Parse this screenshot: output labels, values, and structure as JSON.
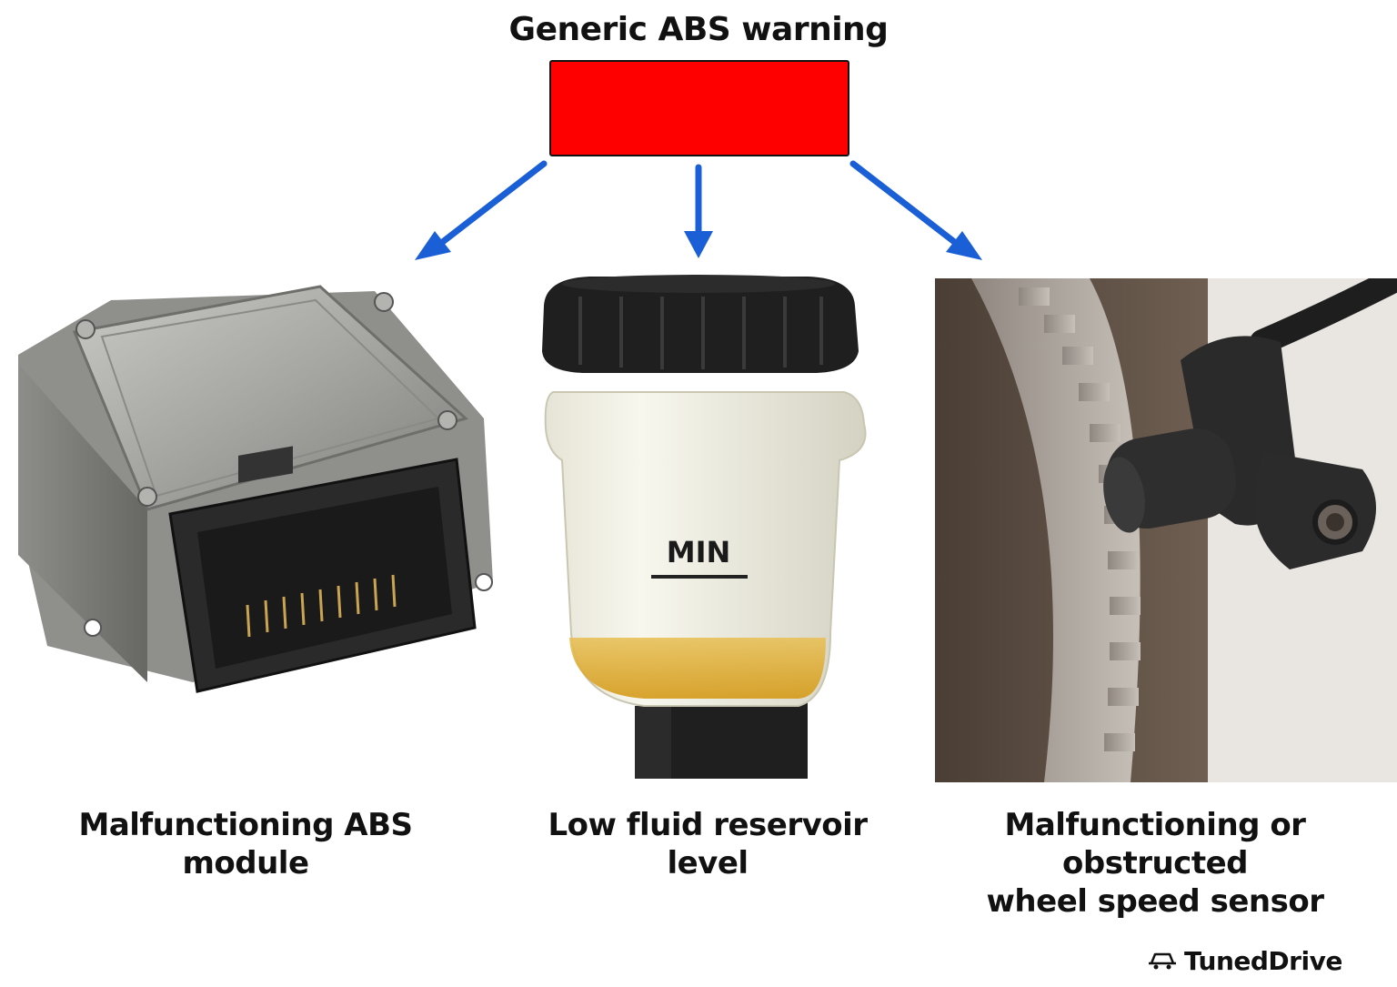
{
  "diagram": {
    "title": "Generic ABS warning",
    "warning_color": "#ff0000",
    "arrow_color": "#1a5fd6",
    "causes": [
      {
        "caption": "Malfunctioning ABS module"
      },
      {
        "caption": "Low fluid reservoir level",
        "marking": "MIN"
      },
      {
        "caption_line1": "Malfunctioning or obstructed",
        "caption_line2": "wheel speed sensor"
      }
    ]
  },
  "brand": {
    "name": "TunedDrive",
    "icon": "car-icon"
  }
}
